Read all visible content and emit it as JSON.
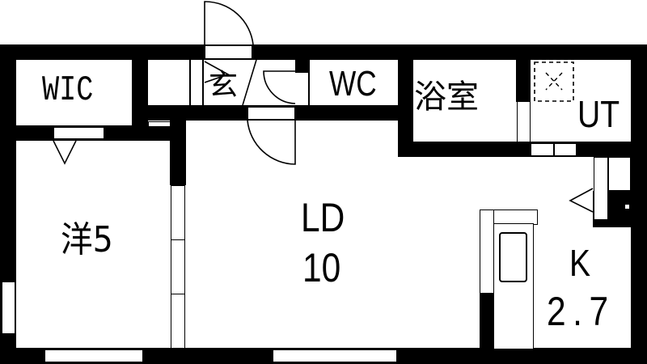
{
  "plan": {
    "rooms": [
      {
        "id": "wic",
        "label": "WIC"
      },
      {
        "id": "entrance",
        "label": "玄"
      },
      {
        "id": "wc",
        "label": "WC"
      },
      {
        "id": "bath",
        "label": "浴室"
      },
      {
        "id": "utility",
        "label": "UT"
      },
      {
        "id": "western",
        "label": "洋5"
      },
      {
        "id": "living-dining",
        "label": "LD",
        "size": "10"
      },
      {
        "id": "kitchen",
        "label": "K",
        "size": "2.7"
      }
    ],
    "colors": {
      "wall": "#000000",
      "background": "#ffffff"
    }
  }
}
